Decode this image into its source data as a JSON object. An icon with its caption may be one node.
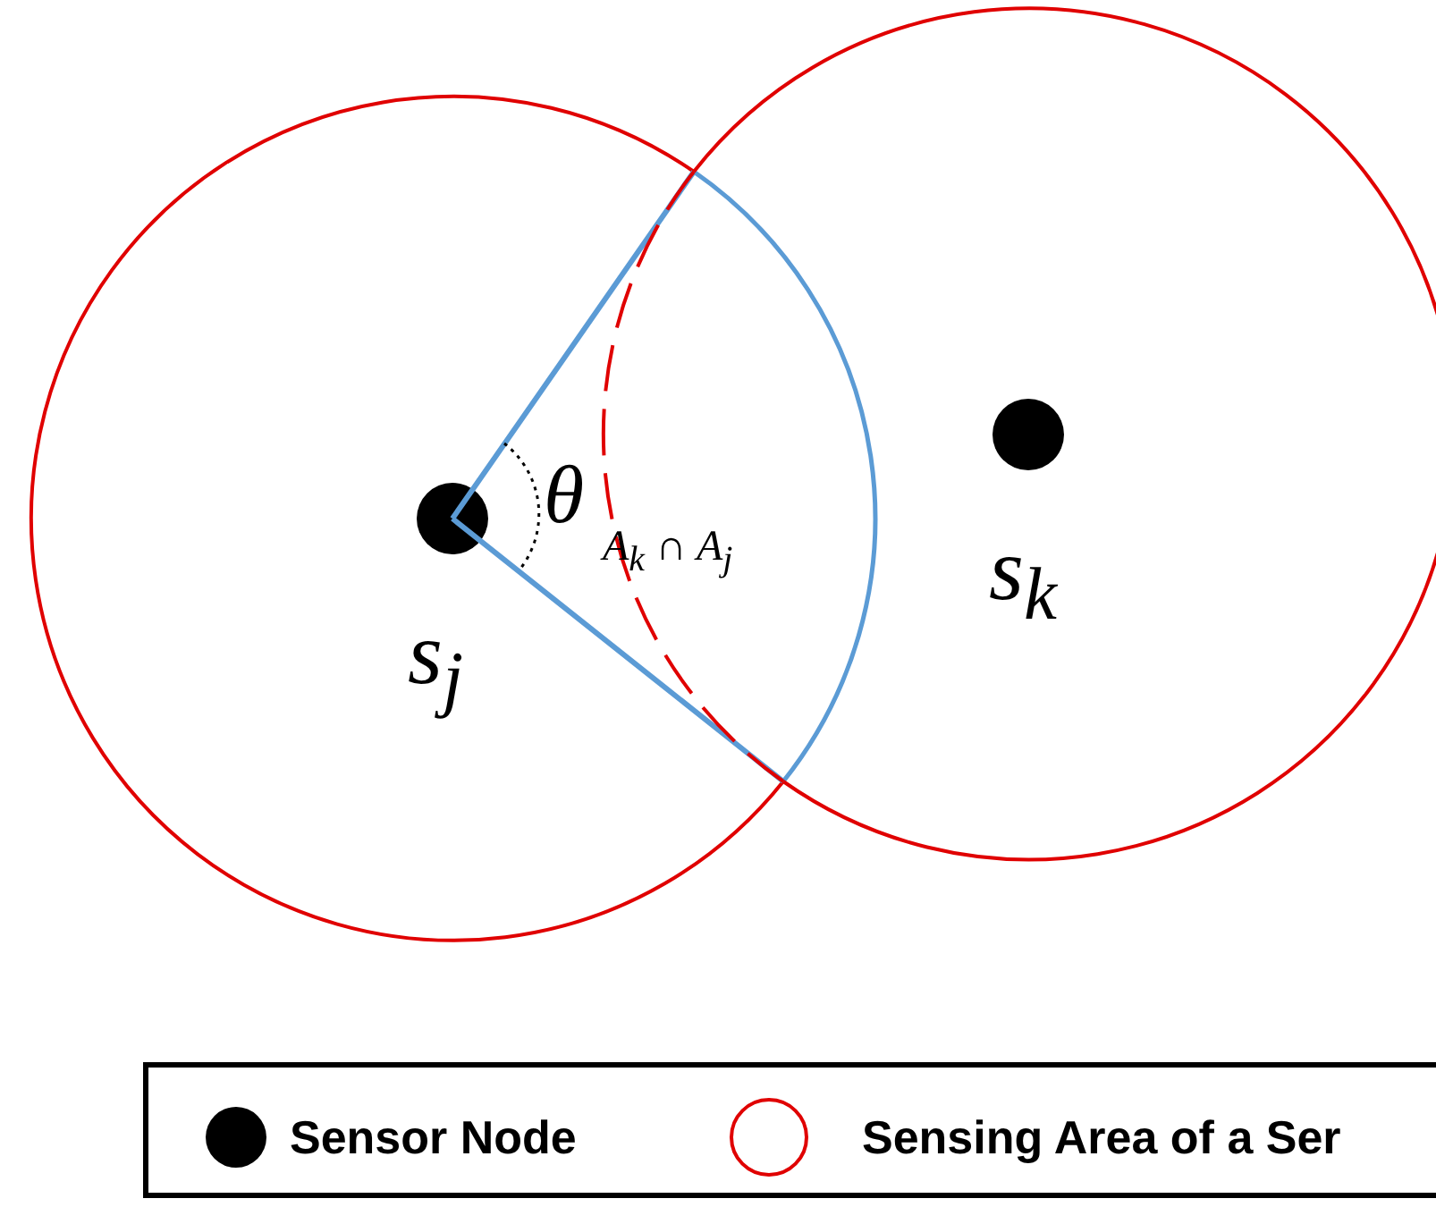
{
  "diagram": {
    "nodes": [
      {
        "text": [],
        "shape": "circle"
      },
      {
        "text": [],
        "shape": "circle"
      },
      {
        "text": [],
        "shape": "circle",
        "in": 0,
        "beside": [
          "s$_{j}$"
        ]
      },
      {
        "text": [],
        "shape": "circle",
        "in": 1,
        "beside": [
          "s$_{k}$"
        ]
      }
    ],
    "edges": [],
    "labels": [
      "θ",
      "A$_{k}$ ∩ A$_{j}$"
    ],
    "legend": [
      {
        "text": "Sensor Node"
      },
      {
        "text": "Sensing Area of a Ser"
      }
    ]
  }
}
